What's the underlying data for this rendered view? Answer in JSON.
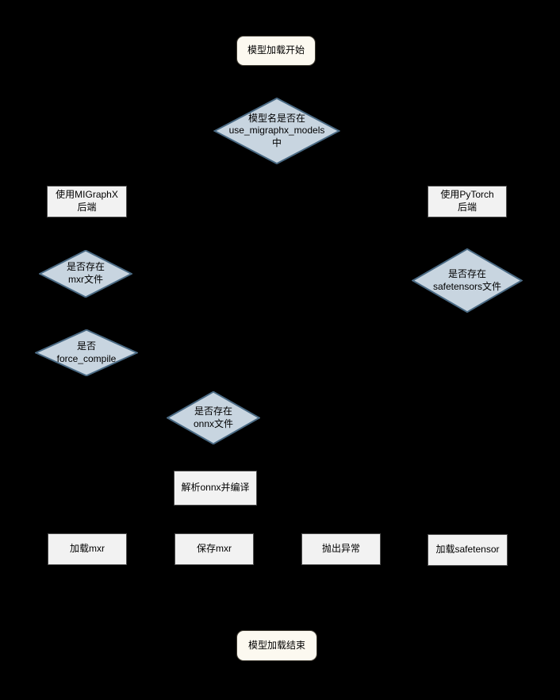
{
  "diagram": {
    "type": "flowchart",
    "topic": "model-loading-flow",
    "nodes": {
      "start": "模型加载开始",
      "check_use_migraphx_models": "模型名是否在\nuse_migraphx_models\n中",
      "use_migraphx_backend": "使用MIGraphX\n后端",
      "use_pytorch_backend": "使用PyTorch\n后端",
      "check_mxr_file": "是否存在\nmxr文件",
      "check_safetensors_file": "是否存在\nsafetensors文件",
      "check_force_compile": "是否\nforce_compile",
      "check_onnx_file": "是否存在\nonnx文件",
      "parse_onnx_and_compile": "解析onnx并编译",
      "load_mxr": "加载mxr",
      "save_mxr": "保存mxr",
      "throw_exception": "抛出异常",
      "load_safetensor": "加载safetensor",
      "end": "模型加载结束"
    },
    "colors": {
      "background": "#000000",
      "terminal_fill": "#fcf9f0",
      "terminal_border": "#3f3b32",
      "process_fill": "#f2f2f2",
      "process_border": "#4d4d4d",
      "decision_fill": "#c8d5e0",
      "decision_border": "#4a6a84",
      "text": "#000000"
    }
  }
}
